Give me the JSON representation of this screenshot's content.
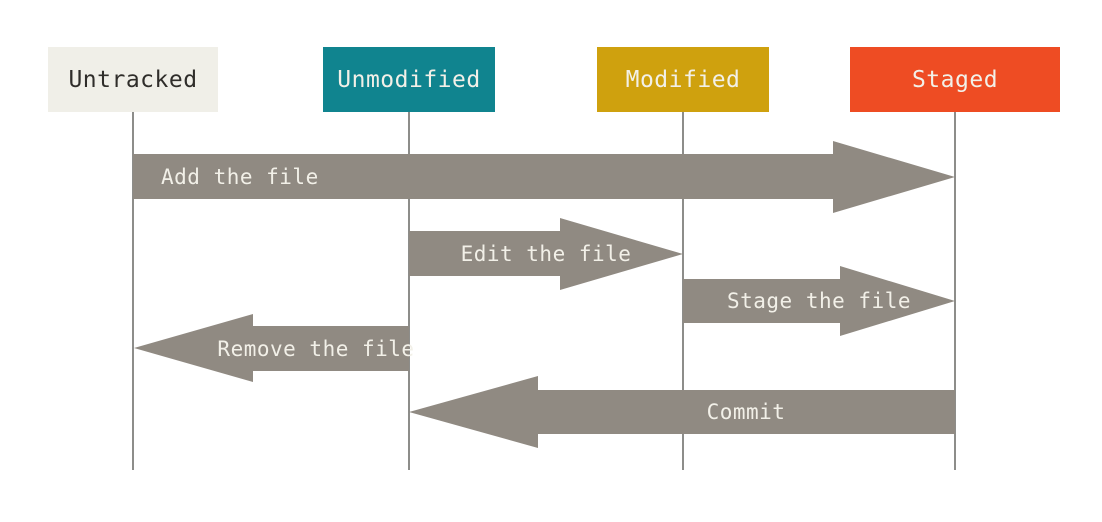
{
  "diagram": {
    "name": "git-file-status-lifecycle",
    "states": [
      {
        "label": "Untracked"
      },
      {
        "label": "Unmodified"
      },
      {
        "label": "Modified"
      },
      {
        "label": "Staged"
      }
    ],
    "transitions": [
      {
        "label": "Add the file",
        "from": "Untracked",
        "to": "Staged",
        "direction": "right"
      },
      {
        "label": "Edit the file",
        "from": "Unmodified",
        "to": "Modified",
        "direction": "right"
      },
      {
        "label": "Stage the file",
        "from": "Modified",
        "to": "Staged",
        "direction": "right"
      },
      {
        "label": "Remove the file",
        "from": "Unmodified",
        "to": "Untracked",
        "direction": "left"
      },
      {
        "label": "Commit",
        "from": "Staged",
        "to": "Unmodified",
        "direction": "left"
      }
    ],
    "colors": {
      "untracked_bg": "#f0efe8",
      "unmodified_bg": "#10848f",
      "modified_bg": "#cfa10e",
      "staged_bg": "#ee4c23",
      "arrow": "#908a82",
      "lifeline": "#8d8d8a",
      "light_text": "#f2f0e8",
      "dark_text": "#2f2d2a",
      "background": "#ffffff"
    }
  }
}
